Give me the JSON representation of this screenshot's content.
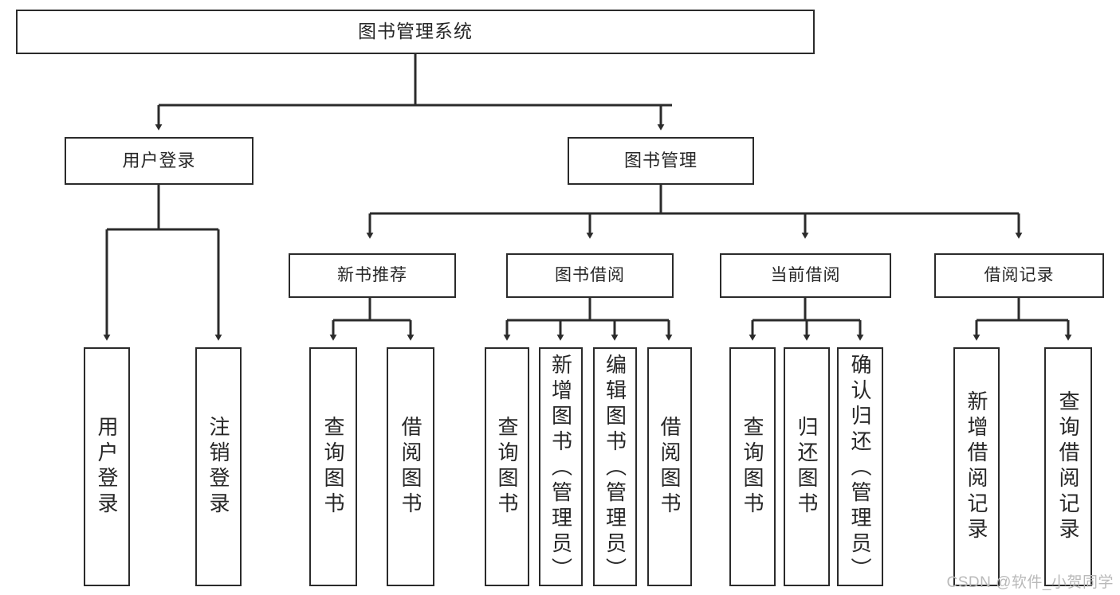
{
  "diagram": {
    "title": "图书管理系统",
    "type": "hierarchy-tree",
    "watermark": "CSDN @软件_小贺同学",
    "colors": {
      "box_border": "#2b2b2b",
      "box_fill": "#ffffff",
      "text": "#262626",
      "connector": "#2b2b2b",
      "watermark": "#b9b9b9",
      "background": "#ffffff"
    },
    "root": {
      "label": "图书管理系统"
    },
    "level2": [
      {
        "id": "user-login",
        "label": "用户登录"
      },
      {
        "id": "book-management",
        "label": "图书管理"
      }
    ],
    "level3": [
      {
        "id": "new-book-recommend",
        "label": "新书推荐",
        "parent": "book-management"
      },
      {
        "id": "book-borrow",
        "label": "图书借阅",
        "parent": "book-management"
      },
      {
        "id": "current-borrow",
        "label": "当前借阅",
        "parent": "book-management"
      },
      {
        "id": "borrow-record",
        "label": "借阅记录",
        "parent": "book-management"
      }
    ],
    "leaves": [
      {
        "id": "leaf-user-login",
        "label": "用户登录",
        "parent": "user-login"
      },
      {
        "id": "leaf-logout-login",
        "label": "注销登录",
        "parent": "user-login"
      },
      {
        "id": "leaf-query-book-rec",
        "label": "查询图书",
        "parent": "new-book-recommend"
      },
      {
        "id": "leaf-borrow-book-rec",
        "label": "借阅图书",
        "parent": "new-book-recommend"
      },
      {
        "id": "leaf-query-book-borrow",
        "label": "查询图书",
        "parent": "book-borrow"
      },
      {
        "id": "leaf-add-book-admin",
        "label": "新增图书（管理员）",
        "parent": "book-borrow"
      },
      {
        "id": "leaf-edit-book-admin",
        "label": "编辑图书（管理员）",
        "parent": "book-borrow"
      },
      {
        "id": "leaf-borrow-book",
        "label": "借阅图书",
        "parent": "book-borrow"
      },
      {
        "id": "leaf-query-book-current",
        "label": "查询图书",
        "parent": "current-borrow"
      },
      {
        "id": "leaf-return-book",
        "label": "归还图书",
        "parent": "current-borrow"
      },
      {
        "id": "leaf-confirm-return-admin",
        "label": "确认归还（管理员）",
        "parent": "current-borrow"
      },
      {
        "id": "leaf-add-borrow-record",
        "label": "新增借阅记录",
        "parent": "borrow-record"
      },
      {
        "id": "leaf-query-borrow-record",
        "label": "查询借阅记录",
        "parent": "borrow-record"
      }
    ]
  }
}
